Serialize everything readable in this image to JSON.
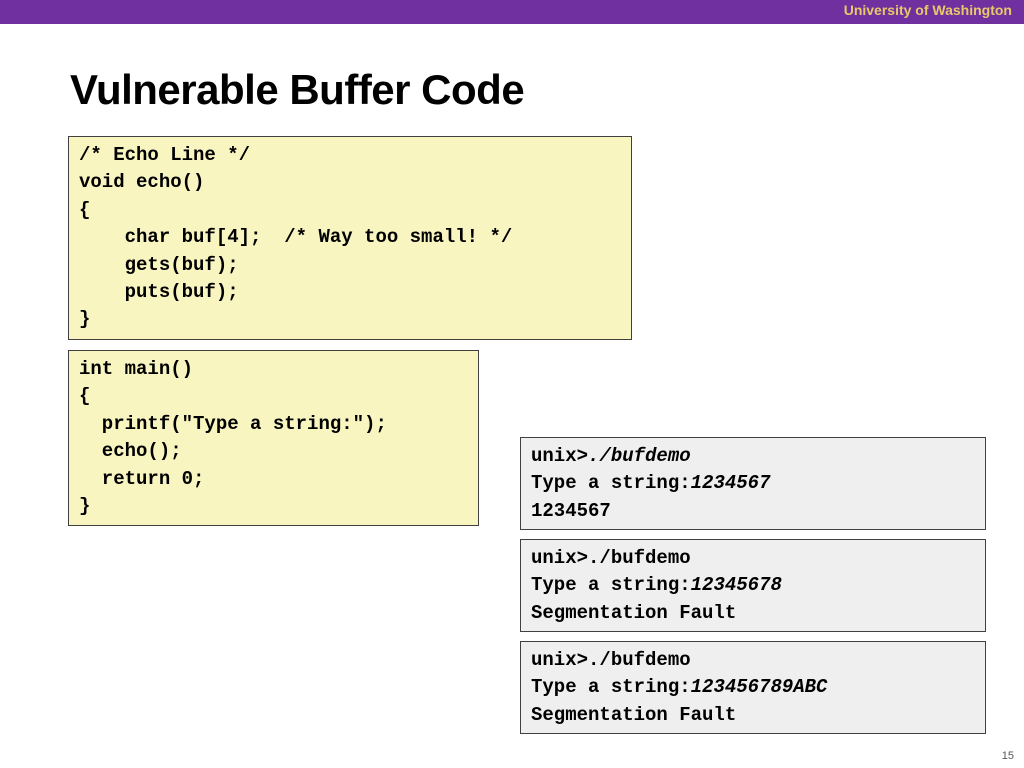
{
  "header": {
    "university": "University of Washington"
  },
  "slide": {
    "title": "Vulnerable Buffer Code",
    "page_number": "15"
  },
  "echo_code": [
    "/* Echo Line */",
    "void echo()",
    "{",
    "    char buf[4];  /* Way too small! */",
    "    gets(buf);",
    "    puts(buf);",
    "}"
  ],
  "main_code": [
    "int main()",
    "{",
    "  printf(\"Type a string:\");",
    "  echo();",
    "  return 0;",
    "}"
  ],
  "runs": [
    {
      "prompt": "unix>",
      "command": "./bufdemo",
      "input_label": "Type a string:",
      "input": "1234567",
      "output": "1234567"
    },
    {
      "prompt": "unix>",
      "command": "./bufdemo",
      "input_label": "Type a string:",
      "input": "12345678",
      "output": "Segmentation Fault"
    },
    {
      "prompt": "unix>",
      "command": "./bufdemo",
      "input_label": "Type a string:",
      "input": "123456789ABC",
      "output": "Segmentation Fault"
    }
  ],
  "colors": {
    "header_bar": "#7030a0",
    "header_text": "#e8c96a",
    "code_bg": "#f8f5c0",
    "terminal_bg": "#efefef"
  }
}
